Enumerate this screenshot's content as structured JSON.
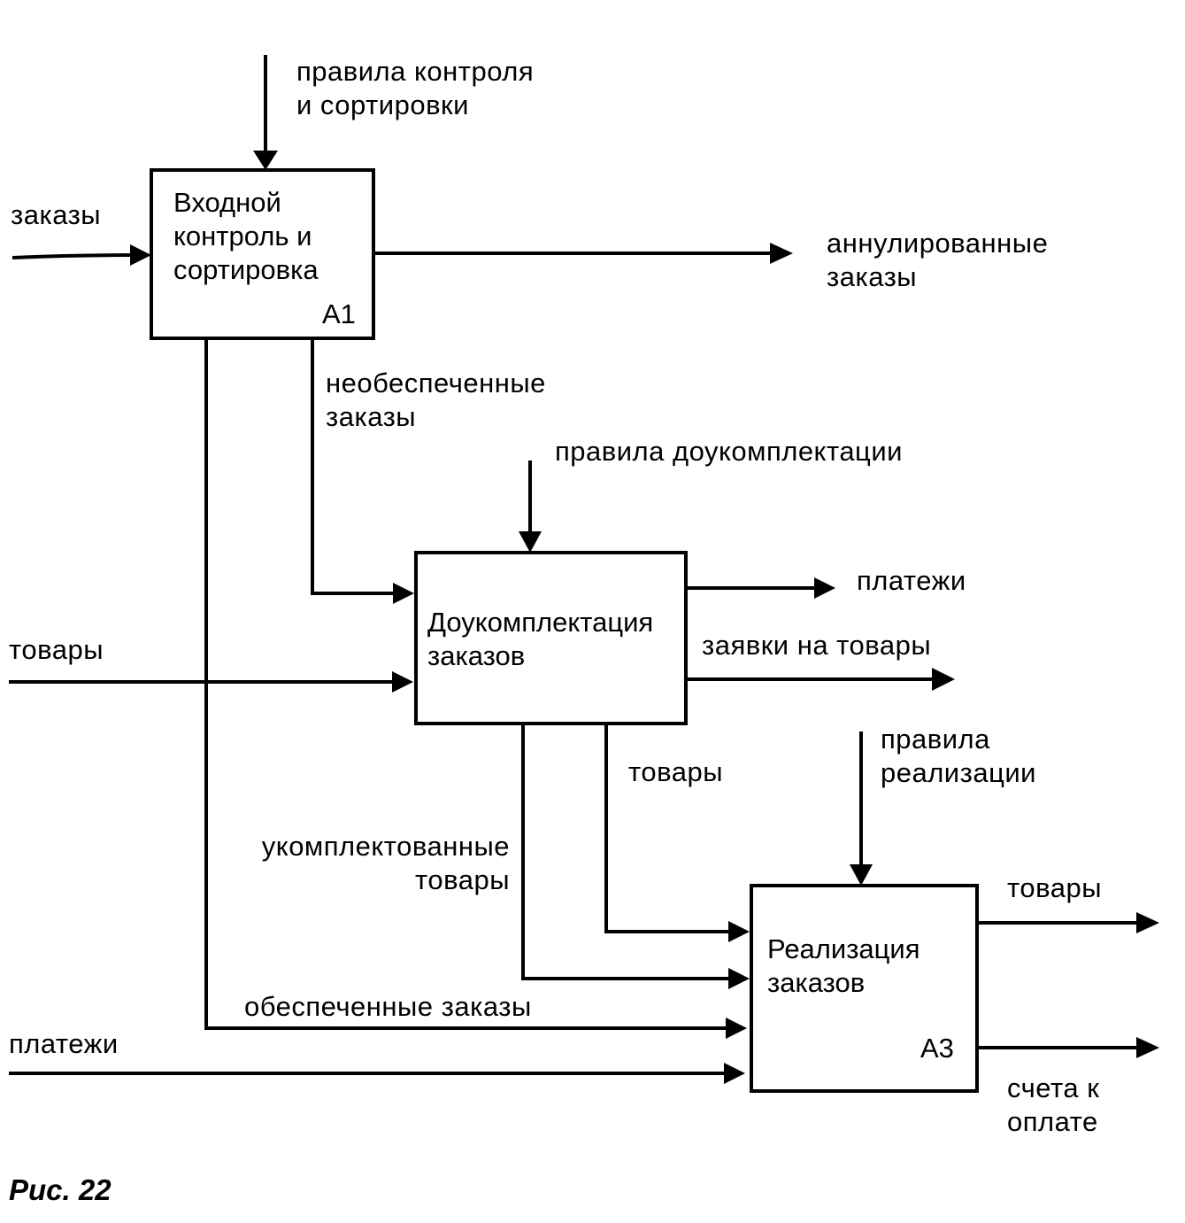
{
  "boxes": {
    "a1": {
      "title": "Входной\nконтроль и\nсортировка",
      "code": "A1"
    },
    "a2": {
      "title": "Доукомплектация\nзаказов",
      "code": ""
    },
    "a3": {
      "title": "Реализация\nзаказов",
      "code": "A3"
    }
  },
  "arrows": {
    "control_a1": "правила контроля\nи сортировки",
    "input_orders": "заказы",
    "output_cancelled": "аннулированные\nзаказы",
    "unfulfilled": "необеспеченные\nзаказы",
    "control_a2": "правила доукомплектации",
    "input_goods": "товары",
    "output_payments": "платежи",
    "output_requests": "заявки на товары",
    "goods_a2_a3": "товары",
    "control_a3": "правила\nреализации",
    "completed_goods": "укомплектованные\nтовары",
    "fulfilled_orders": "обеспеченные заказы",
    "input_payments": "платежи",
    "output_goods": "товары",
    "output_invoices": "счета к\nоплате"
  },
  "caption": "Рис. 22"
}
